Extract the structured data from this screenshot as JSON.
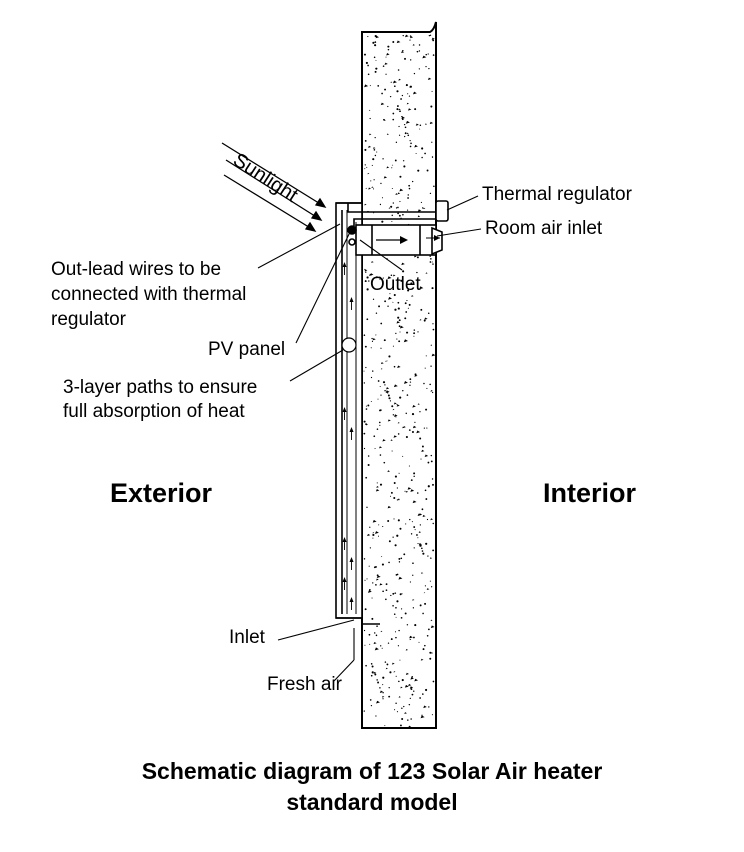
{
  "diagram": {
    "labels": {
      "sunlight": "Sunlight",
      "thermal_regulator": "Thermal regulator",
      "room_air_inlet": "Room air inlet",
      "outlet": "Outlet",
      "out_lead_wires_1": "Out-lead wires to be",
      "out_lead_wires_2": "connected with thermal",
      "out_lead_wires_3": "regulator",
      "pv_panel": "PV panel",
      "paths_1": "3-layer paths to ensure",
      "paths_2": "full absorption of heat",
      "exterior": "Exterior",
      "interior": "Interior",
      "inlet": "Inlet",
      "fresh_air": "Fresh air"
    },
    "caption": {
      "line1": "Schematic diagram of 123 Solar Air heater",
      "line2": "standard model"
    }
  }
}
